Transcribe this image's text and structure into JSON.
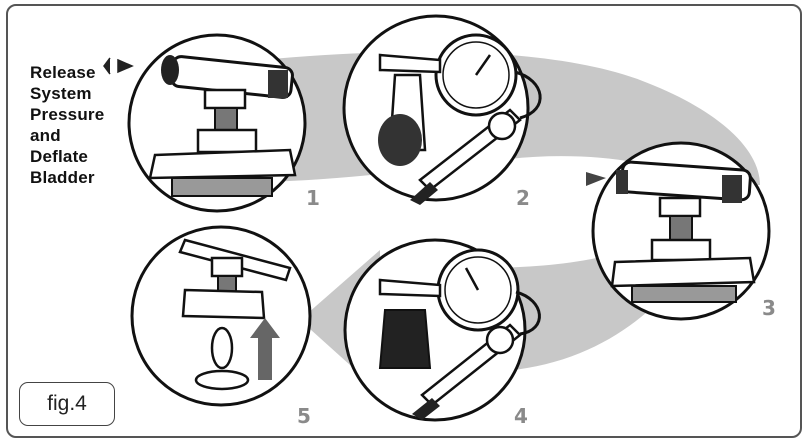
{
  "title_lines": [
    "Release",
    "System",
    "Pressure",
    "and",
    "Deflate",
    "Bladder"
  ],
  "steps": [
    {
      "id": "1",
      "label": "1",
      "depicts": "valve-tool"
    },
    {
      "id": "2",
      "label": "2",
      "depicts": "gauge-and-pump"
    },
    {
      "id": "3",
      "label": "3",
      "depicts": "valve-tool"
    },
    {
      "id": "4",
      "label": "4",
      "depicts": "gauge-and-pump"
    },
    {
      "id": "5",
      "label": "5",
      "depicts": "tank-removal"
    }
  ],
  "figure_label": "fig.4",
  "colors": {
    "arrow_fill": "#c8c8c8",
    "line": "#111111",
    "number": "#8a8a8a",
    "frame": "#555555"
  }
}
